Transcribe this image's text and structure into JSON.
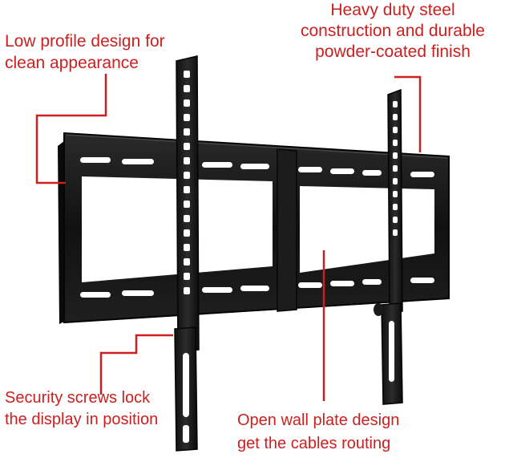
{
  "colors": {
    "callout_text": "#cc1f1f",
    "callout_line": "#cc1f1f",
    "bracket": "#141414",
    "bracket_highlight": "#3a3a3a",
    "background": "#ffffff"
  },
  "product": {
    "icon": "tv-wall-mount-bracket-icon"
  },
  "callouts": {
    "low_profile": {
      "lines": [
        "Low profile design for",
        "clean appearance"
      ]
    },
    "heavy_duty": {
      "lines": [
        "Heavy duty steel",
        "construction and durable",
        "powder-coated finish"
      ]
    },
    "security": {
      "lines": [
        "Security screws lock",
        "the display in position"
      ]
    },
    "open_plate": {
      "lines": [
        "Open wall plate design",
        "get the cables routing"
      ]
    }
  }
}
